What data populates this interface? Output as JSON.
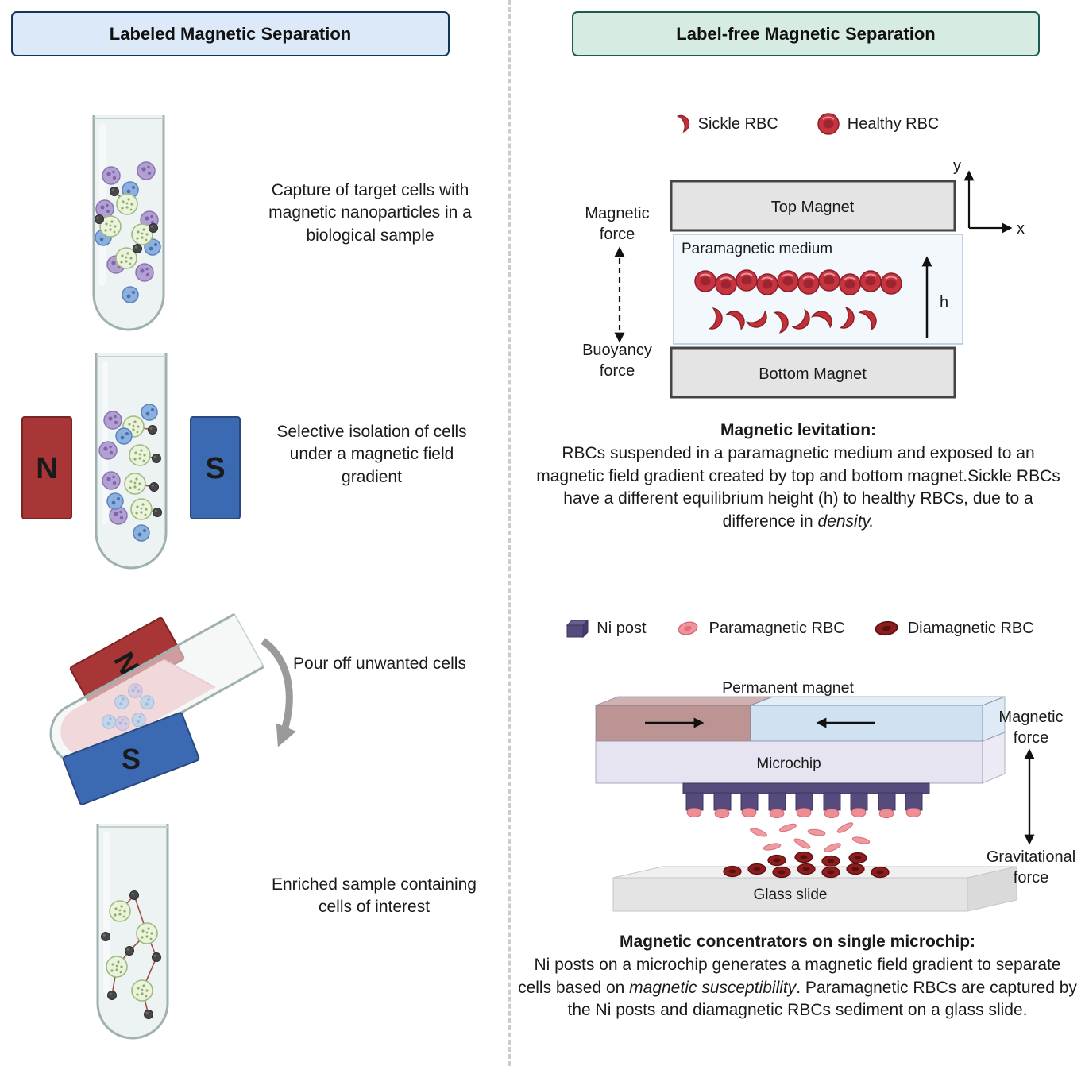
{
  "palette": {
    "header_left_bg": "#dce9f8",
    "header_left_border": "#14365c",
    "header_right_bg": "#d6ece3",
    "header_right_border": "#1d5a50",
    "magnet_red": "#a93636",
    "magnet_blue": "#3b6ab3",
    "rbc_red": "#c63440",
    "rbc_dark": "#8c1e1e",
    "rbc_pink": "#ef8d95",
    "ni_purple": "#574b7d",
    "liquid_pink": "#f4b9be"
  },
  "left_panel": {
    "title": "Labeled Magnetic Separation",
    "magnet_north": "N",
    "magnet_south": "S",
    "steps": {
      "capture": "Capture of target cells with magnetic nanoparticles in a biological sample",
      "isolate": "Selective isolation of cells under a magnetic field gradient",
      "pour": "Pour off unwanted cells",
      "enriched": "Enriched sample containing cells of interest"
    }
  },
  "right_panel": {
    "title": "Label-free Magnetic Separation",
    "levitation": {
      "legend_sickle": "Sickle RBC",
      "legend_healthy": "Healthy RBC",
      "magnetic_force": "Magnetic force",
      "buoyancy_force": "Buoyancy force",
      "top_magnet": "Top Magnet",
      "medium": "Paramagnetic medium",
      "bottom_magnet": "Bottom Magnet",
      "axis_y": "y",
      "axis_x": "x",
      "height": "h",
      "caption_title": "Magnetic levitation:",
      "caption_part1": "RBCs suspended in a paramagnetic medium and exposed to an magnetic field gradient created by top and bottom magnet.Sickle RBCs have a different equilibrium height (h) to healthy RBCs, due to a difference in ",
      "caption_italic": "density."
    },
    "concentrator": {
      "legend_ni": "Ni post",
      "legend_para": "Paramagnetic RBC",
      "legend_dia": "Diamagnetic RBC",
      "permanent_magnet": "Permanent magnet",
      "microchip": "Microchip",
      "glass_slide": "Glass slide",
      "magnetic_force": "Magnetic force",
      "gravitational_force": "Gravitational force",
      "caption_title": "Magnetic concentrators on single microchip:",
      "caption_part1": "Ni posts on a microchip generates a magnetic field gradient to separate cells based on ",
      "caption_italic": "magnetic susceptibility",
      "caption_part2": ". Paramagnetic RBCs are captured by the Ni posts and diamagnetic RBCs sediment on a glass slide."
    }
  }
}
